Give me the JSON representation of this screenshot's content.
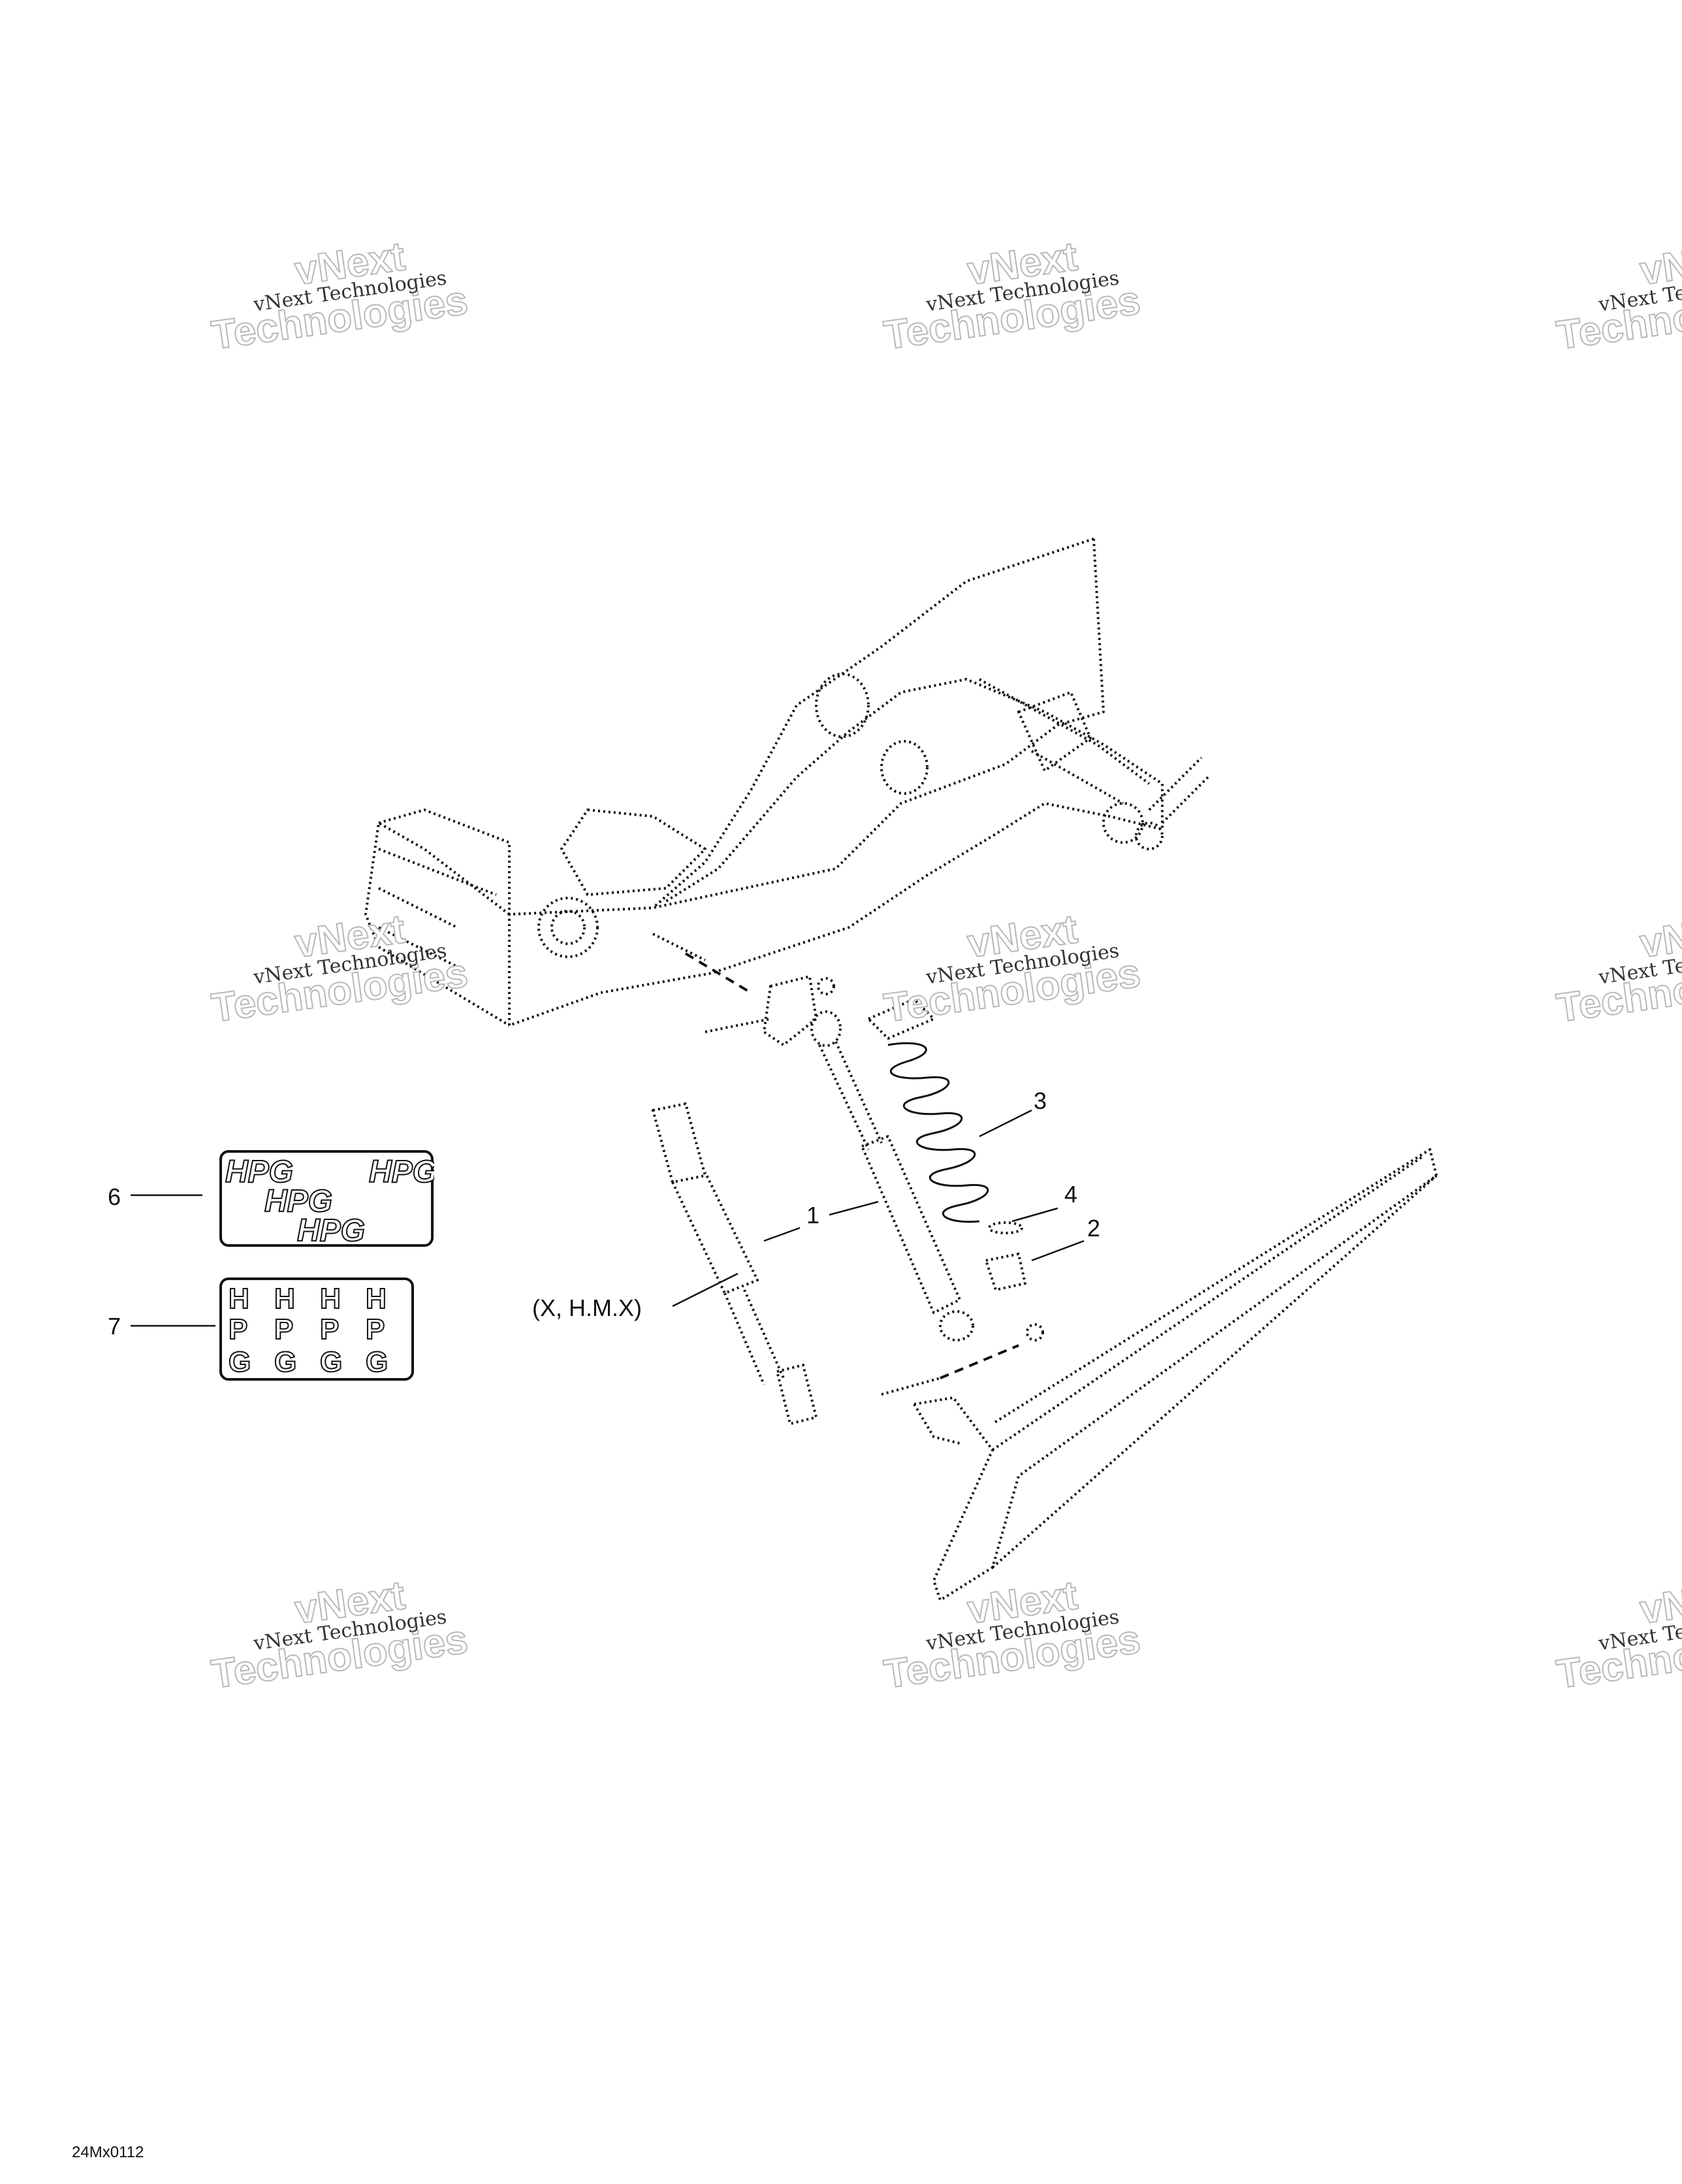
{
  "callouts": {
    "c1": "1",
    "c2": "2",
    "c3": "3",
    "c4": "4",
    "c6": "6",
    "c7": "7",
    "model_note": "(X, H.M.X)"
  },
  "watermark": {
    "line1": "vNext Technologies",
    "big_a": "vNext",
    "big_b": "Technologies",
    "partial_line": "vNext Tec",
    "partial_big": "Techno"
  },
  "decal_text": {
    "hpg": "HPG",
    "h": "H",
    "p": "P",
    "g": "G"
  },
  "drawing_code": "24Mx0112",
  "colors": {
    "ink": "#111111",
    "watermark_outline": "#b8b8b8"
  }
}
